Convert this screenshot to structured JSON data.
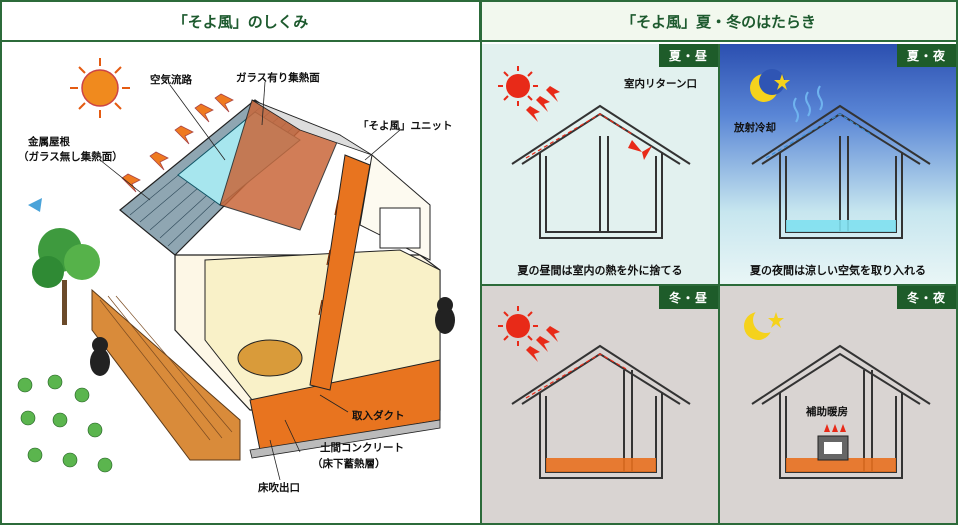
{
  "left_header": "「そよ風」のしくみ",
  "right_header": "「そよ風」夏・冬のはたらき",
  "labels": {
    "air_path": "空気流路",
    "glass_collector": "ガラス有り集熱面",
    "metal_roof": "金属屋根",
    "metal_roof_sub": "（ガラス無し集熱面）",
    "unit": "「そよ風」ユニット",
    "intake_duct": "取入ダクト",
    "concrete": "土間コンクリート",
    "concrete_sub": "（床下蓄熱層）",
    "floor_outlet": "床吹出口"
  },
  "panels": {
    "summer_day": {
      "tag": "夏・昼",
      "label": "室内リターン口",
      "caption": "夏の昼間は室内の熱を外に捨てる"
    },
    "summer_night": {
      "tag": "夏・夜",
      "label": "放射冷却",
      "caption": "夏の夜間は涼しい空気を取り入れる"
    },
    "winter_day": {
      "tag": "冬・昼"
    },
    "winter_night": {
      "tag": "冬・夜",
      "label": "補助暖房"
    }
  },
  "colors": {
    "frame": "#2c6b3a",
    "tag_bg": "#1e5c2a",
    "arrow_red": "#e0281c",
    "arrow_blue": "#3a8fd8",
    "floor_heat": "#e8701f",
    "floor_cool": "#7fe0f0"
  }
}
